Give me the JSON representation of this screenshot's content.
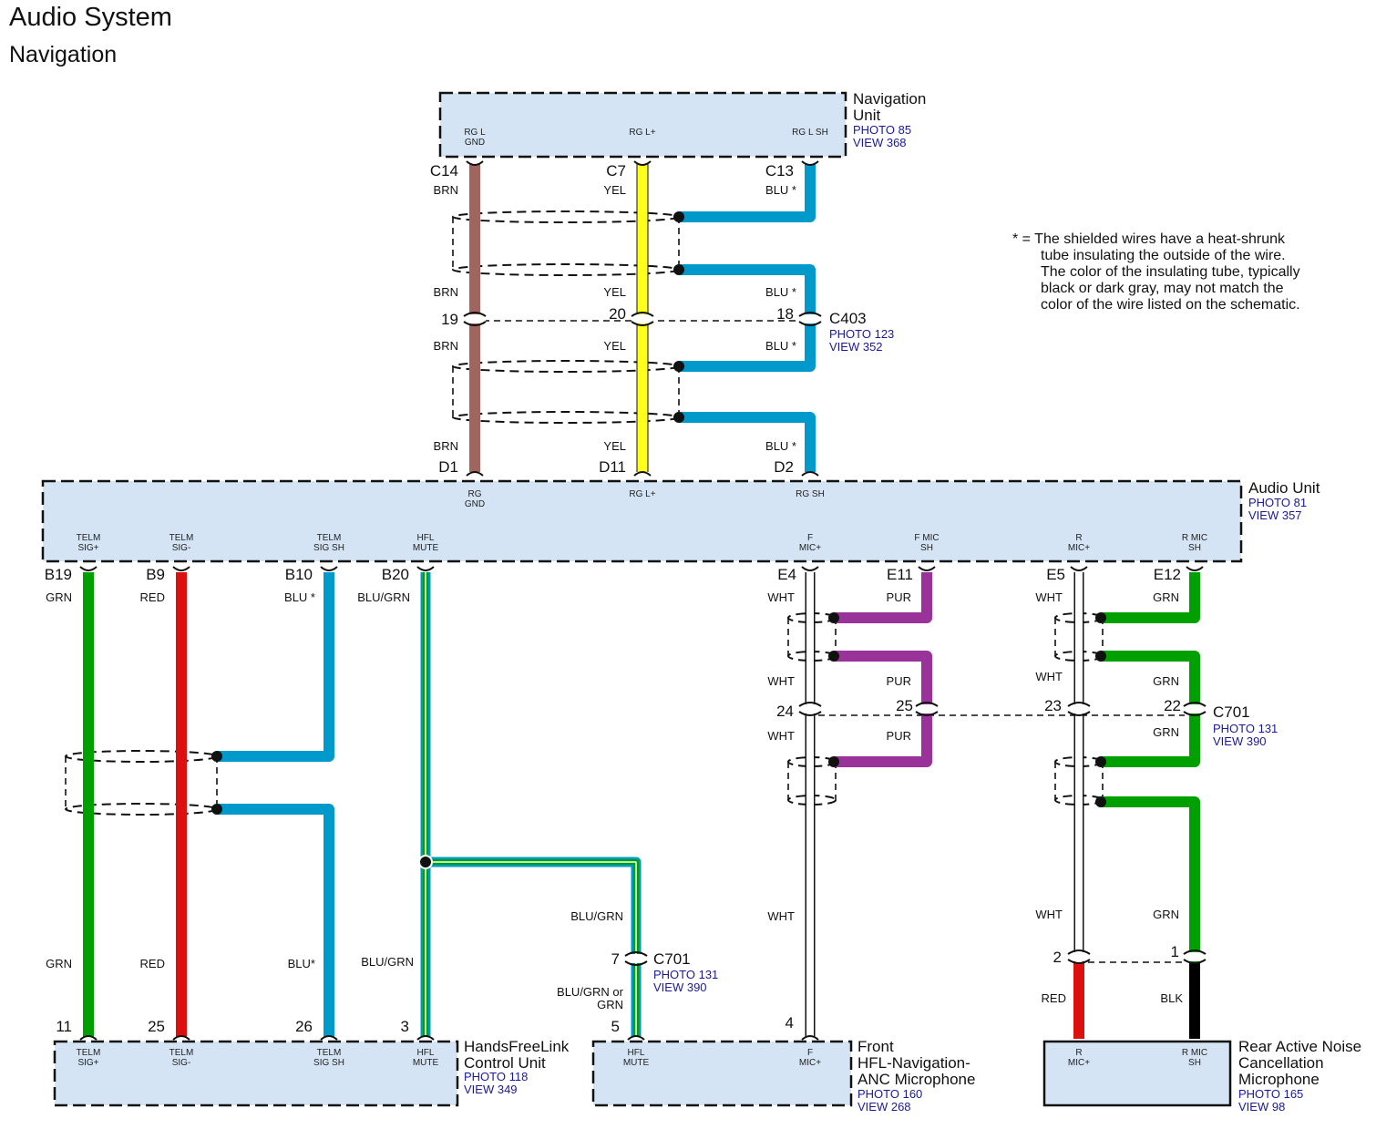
{
  "title": "Audio System",
  "subtitle": "Navigation",
  "note": [
    "* = The shielded wires have a heat-shrunk",
    "tube insulating the outside of the wire.",
    "The color of the insulating tube, typically",
    "black or dark gray, may not match the",
    "color of the wire listed on the schematic."
  ],
  "colors": {
    "box_fill": "#d4e4f4",
    "BRN": "#a0655f",
    "YEL": "#ffff1a",
    "BLU": "#0099cc",
    "GRN": "#00a000",
    "RED": "#dd1010",
    "PUR": "#993399",
    "BLK": "#000000",
    "WHT": "#ffffff",
    "ref_text": "#1a1a99"
  },
  "components": {
    "nav": {
      "name": [
        "Navigation",
        "Unit"
      ],
      "refs": [
        "PHOTO 85",
        "VIEW 368"
      ],
      "pins": [
        [
          "RG L",
          "GND"
        ],
        [
          "RG L+"
        ],
        [
          "RG L SH"
        ]
      ]
    },
    "audio": {
      "name": [
        "Audio Unit"
      ],
      "refs": [
        "PHOTO 81",
        "VIEW 357"
      ],
      "pins_top": [
        [
          "RG",
          "GND"
        ],
        [
          "RG L+"
        ],
        [
          "RG SH"
        ]
      ],
      "pins_bottom": [
        [
          "TELM",
          "SIG+"
        ],
        [
          "TELM",
          "SIG-"
        ],
        [
          "TELM",
          "SIG SH"
        ],
        [
          "HFL",
          "MUTE"
        ],
        [
          "F",
          "MIC+"
        ],
        [
          "F MIC",
          "SH"
        ],
        [
          "R",
          "MIC+"
        ],
        [
          "R MIC",
          "SH"
        ]
      ]
    },
    "hfl": {
      "name": [
        "HandsFreeLink",
        "Control Unit"
      ],
      "refs": [
        "PHOTO 118",
        "VIEW 349"
      ],
      "pins": [
        [
          "TELM",
          "SIG+"
        ],
        [
          "TELM",
          "SIG-"
        ],
        [
          "TELM",
          "SIG SH"
        ],
        [
          "HFL",
          "MUTE"
        ]
      ]
    },
    "front_mic": {
      "name": [
        "Front",
        "HFL-Navigation-",
        "ANC Microphone"
      ],
      "refs": [
        "PHOTO 160",
        "VIEW 268"
      ],
      "pins": [
        [
          "HFL",
          "MUTE"
        ],
        [
          "F",
          "MIC+"
        ]
      ]
    },
    "rear_mic": {
      "name": [
        "Rear Active Noise",
        "Cancellation",
        "Microphone"
      ],
      "refs": [
        "PHOTO 165",
        "VIEW 98"
      ],
      "pins": [
        [
          "R",
          "MIC+"
        ],
        [
          "R MIC",
          "SH"
        ]
      ]
    }
  },
  "connectors": {
    "c403": {
      "name": "C403",
      "refs": [
        "PHOTO 123",
        "VIEW 352"
      ],
      "pins": [
        "19",
        "20",
        "18"
      ]
    },
    "c701_right": {
      "name": "C701",
      "refs": [
        "PHOTO 131",
        "VIEW 390"
      ],
      "pins": [
        "24",
        "25",
        "23",
        "22"
      ]
    },
    "c701_mid": {
      "name": "C701",
      "refs": [
        "PHOTO 131",
        "VIEW 390"
      ],
      "pins": [
        "7",
        "5"
      ]
    },
    "rear_conn_pins": [
      "2",
      "1"
    ]
  },
  "terminals": {
    "nav": [
      "C14",
      "C7",
      "C13"
    ],
    "audio_top": [
      "D1",
      "D11",
      "D2"
    ],
    "audio_bottom": [
      "B19",
      "B9",
      "B10",
      "B20",
      "E4",
      "E11",
      "E5",
      "E12"
    ],
    "hfl": [
      "11",
      "25",
      "26",
      "3"
    ],
    "front_mic": [
      "4"
    ]
  },
  "wire_labels": {
    "brn": "BRN",
    "yel": "YEL",
    "blu_star": "BLU *",
    "grn": "GRN",
    "red": "RED",
    "blu_star_tight": "BLU*",
    "blugrn": "BLU/GRN",
    "blugrn_or": "BLU/GRN or",
    "grn_plain": "GRN",
    "wht": "WHT",
    "pur": "PUR",
    "blk": "BLK"
  }
}
